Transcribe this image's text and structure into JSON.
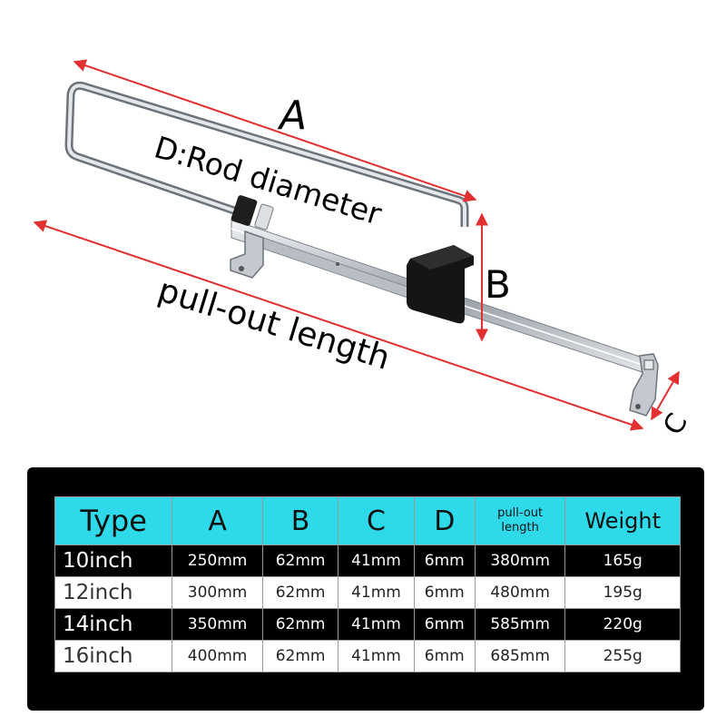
{
  "diagram": {
    "label_a": "A",
    "label_b": "B",
    "label_c": "C",
    "label_d": "D:Rod diameter",
    "label_pullout": "pull-out length",
    "colors": {
      "arrow": "#e23030",
      "rod": "#c8ccd2",
      "block": "#151515"
    }
  },
  "table": {
    "headers": [
      "Type",
      "A",
      "B",
      "C",
      "D",
      "pull-out length",
      "Weight"
    ],
    "header_pullout_line1": "pull-out",
    "header_pullout_line2": "length",
    "rows": [
      [
        "10inch",
        "250mm",
        "62mm",
        "41mm",
        "6mm",
        "380mm",
        "165g"
      ],
      [
        "12inch",
        "300mm",
        "62mm",
        "41mm",
        "6mm",
        "480mm",
        "195g"
      ],
      [
        "14inch",
        "350mm",
        "62mm",
        "41mm",
        "6mm",
        "585mm",
        "220g"
      ],
      [
        "16inch",
        "400mm",
        "62mm",
        "41mm",
        "6mm",
        "685mm",
        "255g"
      ]
    ],
    "colors": {
      "header_bg": "#2ed9ea",
      "panel_bg": "#000000"
    }
  }
}
